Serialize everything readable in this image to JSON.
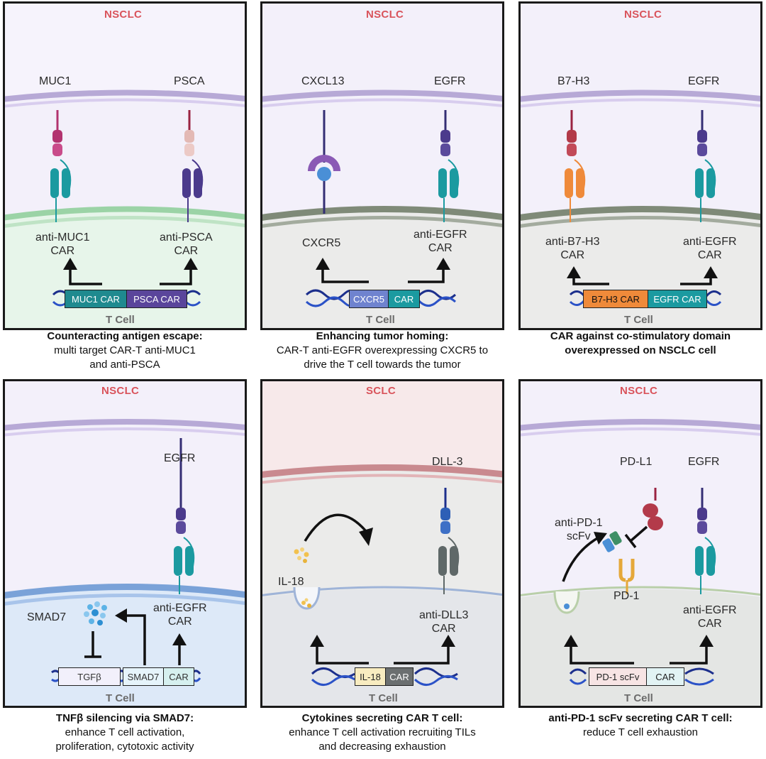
{
  "panels": [
    {
      "tumor": "NSCLC",
      "left_antigen": "MUC1",
      "right_antigen": "PSCA",
      "left_car": "anti-MUC1\nCAR",
      "right_car": "anti-PSCA\nCAR",
      "gene_1": "MUC1 CAR",
      "gene_2": "PSCA CAR",
      "tcell": "T Cell",
      "caption_title": "Counteracting antigen escape:",
      "caption_body": "multi target CAR-T anti-MUC1\nand anti-PSCA"
    },
    {
      "tumor": "NSCLC",
      "left_antigen": "CXCL13",
      "right_antigen": "EGFR",
      "left_car": "CXCR5",
      "right_car": "anti-EGFR\nCAR",
      "gene_1": "CXCR5",
      "gene_2": "CAR",
      "tcell": "T Cell",
      "caption_title": "Enhancing tumor homing:",
      "caption_body": "CAR-T anti-EGFR overexpressing CXCR5 to\ndrive the T cell towards the tumor"
    },
    {
      "tumor": "NSCLC",
      "left_antigen": "B7-H3",
      "right_antigen": "EGFR",
      "left_car": "anti-B7-H3\nCAR",
      "right_car": "anti-EGFR\nCAR",
      "gene_1": "B7-H3 CAR",
      "gene_2": "EGFR CAR",
      "tcell": "T Cell",
      "caption_title": "CAR against co-stimulatory domain\noverexpressed on NSCLC cell",
      "caption_body": ""
    },
    {
      "tumor": "NSCLC",
      "right_antigen": "EGFR",
      "left_label": "SMAD7",
      "right_car": "anti-EGFR\nCAR",
      "gene_0": "TGFβ",
      "gene_1": "SMAD7",
      "gene_2": "CAR",
      "tcell": "T Cell",
      "caption_title": "TNFβ silencing via SMAD7:",
      "caption_body": "enhance T cell activation,\nproliferation, cytotoxic activity"
    },
    {
      "tumor": "SCLC",
      "right_antigen": "DLL-3",
      "left_label": "IL-18",
      "right_car": "anti-DLL3\nCAR",
      "gene_1": "IL-18",
      "gene_2": "CAR",
      "tcell": "T Cell",
      "caption_title": "Cytokines secreting CAR T cell:",
      "caption_body": "enhance T cell activation recruiting TILs\nand decreasing exhaustion"
    },
    {
      "tumor": "NSCLC",
      "mid_antigen": "PD-L1",
      "right_antigen": "EGFR",
      "left_label": "anti-PD-1\nscFv",
      "mid_label": "PD-1",
      "right_car": "anti-EGFR\nCAR",
      "gene_1": "PD-1 scFv",
      "gene_2": "CAR",
      "tcell": "T Cell",
      "caption_title": "anti-PD-1 scFv secreting CAR T cell:",
      "caption_body": "reduce T cell exhaustion"
    }
  ],
  "colors": {
    "tumor_nsclc": "#d9535b",
    "tumor_sclc": "#d9535b",
    "teal": "#1b9aa0",
    "purple": "#4b3a8c",
    "orange": "#ef8a3a"
  }
}
